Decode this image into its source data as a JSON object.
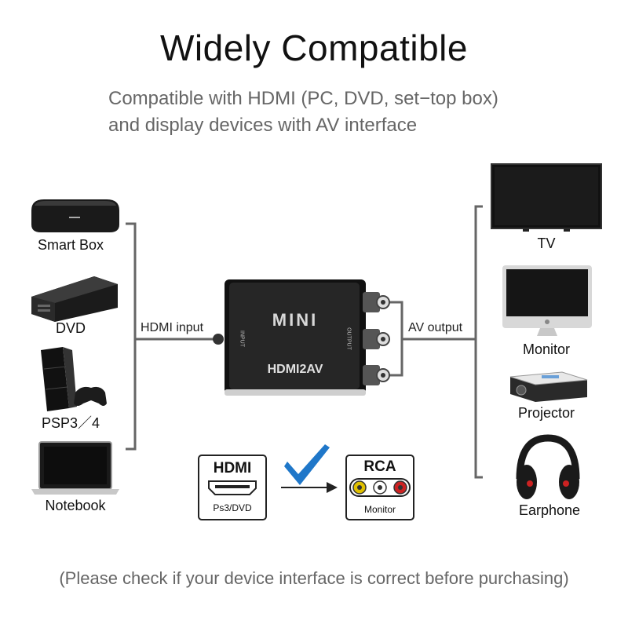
{
  "header": {
    "title": "Widely Compatible",
    "subtitle_line1": "Compatible with HDMI (PC, DVD, set−top box)",
    "subtitle_line2": "and display devices with AV interface"
  },
  "sources": [
    {
      "label": "Smart  Box",
      "icon": "smart-box-icon"
    },
    {
      "label": "DVD",
      "icon": "dvd-player-icon"
    },
    {
      "label": "PSP3／4",
      "icon": "game-console-icon"
    },
    {
      "label": "Notebook",
      "icon": "laptop-icon"
    }
  ],
  "displays": [
    {
      "label": "TV",
      "icon": "tv-icon"
    },
    {
      "label": "Monitor",
      "icon": "monitor-icon"
    },
    {
      "label": "Projector",
      "icon": "projector-icon"
    },
    {
      "label": "Earphone",
      "icon": "headphones-icon"
    }
  ],
  "converter": {
    "brand": "MINI",
    "model": "HDMI2AV",
    "input_port": "INPUT",
    "output_port": "OUTPUT",
    "input_label": "HDMI input",
    "output_label": "AV output"
  },
  "compatibility": {
    "hdmi_title": "HDMI",
    "hdmi_caption": "Ps3/DVD",
    "rca_title": "RCA",
    "rca_caption": "Monitor",
    "check_color": "#1f77c9",
    "rca_colors": [
      "#e0c000",
      "#ffffff",
      "#cc2222"
    ]
  },
  "footer": "(Please check if your device interface is correct before purchasing)"
}
